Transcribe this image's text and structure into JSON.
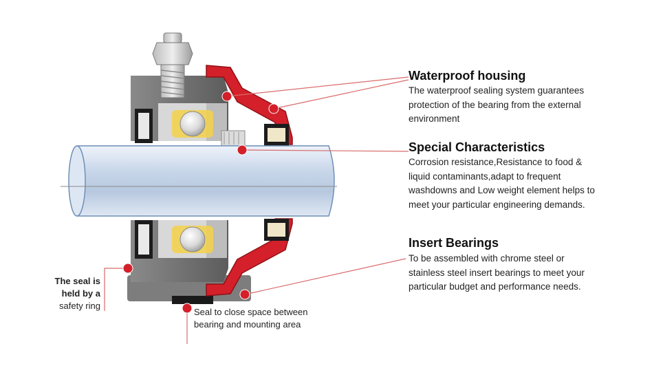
{
  "colors": {
    "accent_red": "#d4202a",
    "leader_line": "#d96a6a",
    "housing_gray": "#6f6f6f",
    "shaft_blue": "#c8d8ec"
  },
  "features": [
    {
      "title": "Waterproof housing",
      "lines": [
        "The waterproof sealing system guarantees",
        "protection of the bearing from the external",
        "environment"
      ]
    },
    {
      "title": "Special Characteristics",
      "lines": [
        "Corrosion resistance,Resistance to food &",
        "liquid contaminants,adapt to frequent",
        "washdowns and Low weight element helps to",
        "meet your particular engineering demands."
      ]
    },
    {
      "title": "Insert Bearings",
      "lines": [
        "To be assembled with chrome steel or",
        "stainless steel insert bearings to meet your",
        "particular budget and performance needs."
      ]
    }
  ],
  "callouts": {
    "safety_ring": [
      "The seal is",
      "held by a",
      "safety ring"
    ],
    "mounting_seal": [
      "Seal to close space between",
      "bearing and mounting area"
    ]
  },
  "icons": [
    "grease-nipple-icon",
    "ball-bearing-icon",
    "callout-dot-icon"
  ]
}
